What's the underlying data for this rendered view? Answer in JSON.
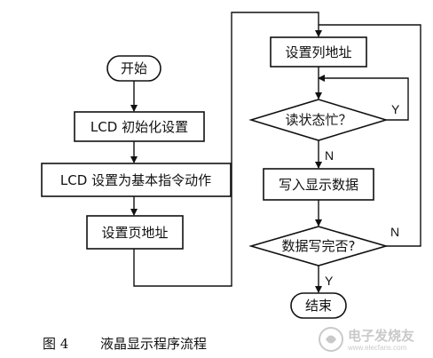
{
  "diagram": {
    "nodes": {
      "start": "开始",
      "lcd_init": "LCD 初始化设置",
      "lcd_basic": "LCD 设置为基本指令动作",
      "set_page": "设置页地址",
      "set_col": "设置列地址",
      "read_busy": "读状态忙？",
      "write_data": "写入显示数据",
      "data_done": "数据写完否?",
      "end": "结束"
    },
    "edge_labels": {
      "busy_yes": "Y",
      "busy_no": "N",
      "done_no": "N",
      "done_yes": "Y"
    }
  },
  "caption": {
    "figure_number": "图 4",
    "title": "液晶显示程序流程"
  },
  "watermark": {
    "text": "电子发烧友",
    "url_text": "www.elecfans.com",
    "color": "#8a8a8a"
  },
  "colors": {
    "stroke": "#111111",
    "background": "#ffffff"
  }
}
